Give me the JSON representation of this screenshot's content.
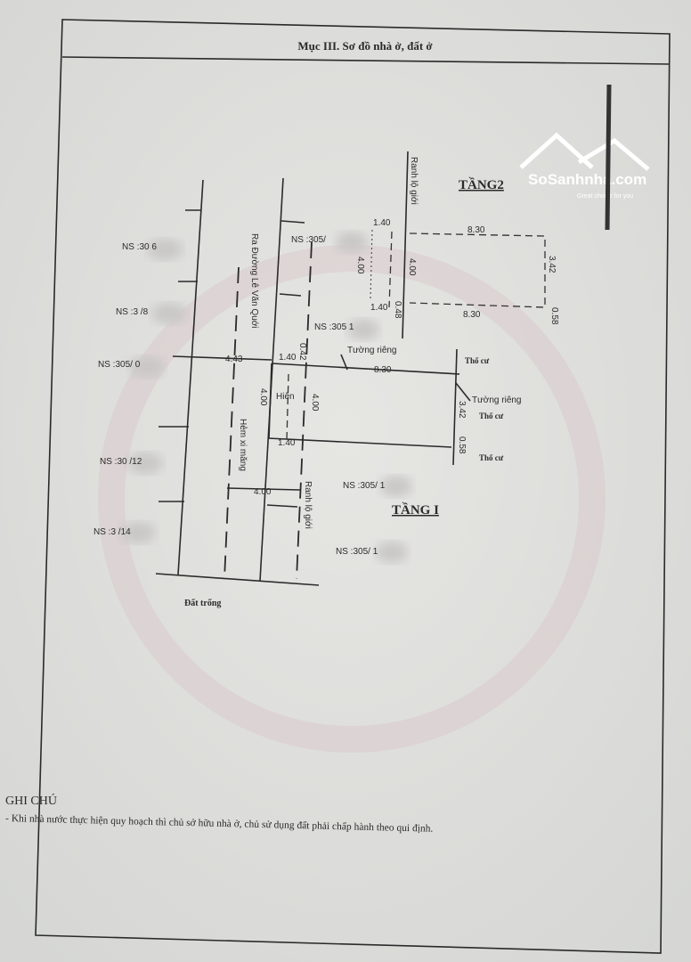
{
  "document": {
    "section_title": "Mục III. Sơ đồ nhà ở, đất ở",
    "watermark": {
      "brand": "SoSanhnha.com",
      "tagline": "Great choice for you"
    },
    "floor2_label": "TẦNG2",
    "floor1_label": "TẦNG I",
    "road_label": "Ra Đường Lê Văn Quới",
    "alley_label": "Hẻm xi măng",
    "boundary_label": "Ranh lộ giới",
    "porch_label": "Hiên",
    "empty_land_label": "Đất trống",
    "shared_wall_label": "Tường riêng",
    "neighbor_label": "Thổ cư",
    "neighbors_left": [
      "NS :30      6",
      "NS :3      /8",
      "NS :305/      0",
      "NS :30      /12",
      "NS :3      /14"
    ],
    "neighbors_right": [
      "NS :305/",
      "NS :305      1",
      "NS :305/      1",
      "NS :305/      1"
    ],
    "dimensions": {
      "setback": "1.40",
      "width": "4.00",
      "length": "8.30",
      "alley_width_top": "4.43",
      "alley_width_bottom": "4.00",
      "offset_a": "0.42",
      "offset_b": "0.48",
      "right_a": "3.42",
      "right_b": "0.58"
    },
    "notes_title": "GHI CHÚ",
    "notes": [
      "- Khi nhà nước thực hiện quy hoạch thì chủ sở hữu nhà ở, chủ sử dụng đất phải chấp hành theo qui định."
    ]
  }
}
